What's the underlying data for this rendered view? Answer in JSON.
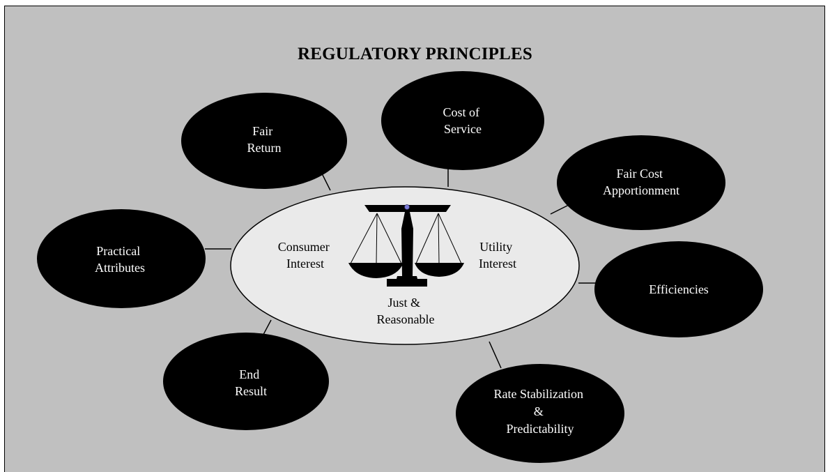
{
  "diagram": {
    "title": "REGULATORY PRINCIPLES",
    "center": {
      "left_label": [
        "Consumer",
        "Interest"
      ],
      "right_label": [
        "Utility",
        "Interest"
      ],
      "bottom_label": [
        "Just &",
        "Reasonable"
      ],
      "icon": "scales-of-justice-icon"
    },
    "principles": [
      {
        "id": "fair-return",
        "lines": [
          "Fair",
          "Return"
        ]
      },
      {
        "id": "cost-of-service",
        "lines": [
          "Cost of",
          "Service"
        ]
      },
      {
        "id": "fair-cost-apportionment",
        "lines": [
          "Fair Cost",
          "Apportionment"
        ]
      },
      {
        "id": "practical-attributes",
        "lines": [
          "Practical",
          "Attributes"
        ]
      },
      {
        "id": "efficiencies",
        "lines": [
          "Efficiencies"
        ]
      },
      {
        "id": "end-result",
        "lines": [
          "End",
          "Result"
        ]
      },
      {
        "id": "rate-stabilization",
        "lines": [
          "Rate Stabilization",
          "&",
          "Predictability"
        ]
      }
    ]
  },
  "colors": {
    "background": "#c0c0c0",
    "oval_fill": "#000000",
    "oval_text": "#ffffff",
    "center_fill": "#eaeaea",
    "scale_fill": "#000000",
    "pivot": "#7b7bd6"
  }
}
